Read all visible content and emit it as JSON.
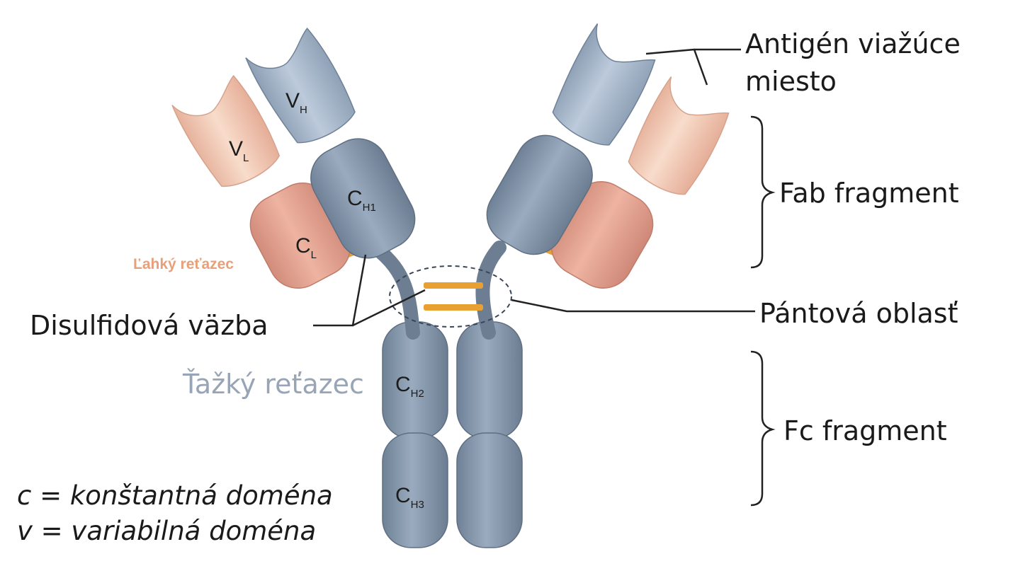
{
  "domains": {
    "vh": {
      "main": "V",
      "sub": "H"
    },
    "vl": {
      "main": "V",
      "sub": "L"
    },
    "ch1": {
      "main": "C",
      "sub": "H1"
    },
    "cl": {
      "main": "C",
      "sub": "L"
    },
    "ch2": {
      "main": "C",
      "sub": "H2"
    },
    "ch3": {
      "main": "C",
      "sub": "H3"
    }
  },
  "labels": {
    "antigen_line1": "Antigén viažúce",
    "antigen_line2": "miesto",
    "fab": "Fab fragment",
    "hinge": "Pántová oblasť",
    "fc": "Fc fragment",
    "disulfide": "Disulfidová väzba",
    "light_chain": "Ľahký reťazec",
    "heavy_chain": "Ťažký reťazec",
    "legend_c": "c = konštantná doména",
    "legend_v": "v = variabilná doména"
  },
  "colors": {
    "heavy_dark": "#7d8ea3",
    "heavy_light": "#aab9cb",
    "light_dark": "#dc9d8c",
    "light_light": "#f2c8b4",
    "bond": "#e8a030",
    "light_chain_text": "#e8a07a",
    "heavy_chain_text": "#98a5b6",
    "line": "#222222"
  }
}
